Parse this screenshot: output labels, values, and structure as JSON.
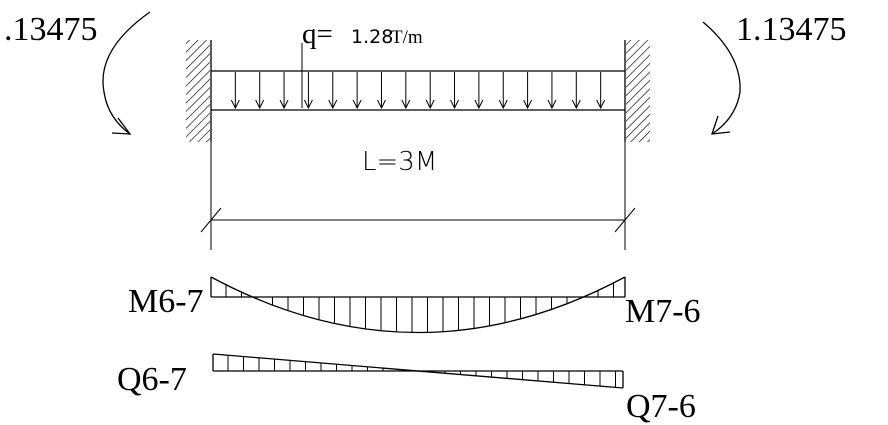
{
  "moments": {
    "left_value": ".13475",
    "right_value": "1.13475"
  },
  "load": {
    "q_symbol": "q=",
    "q_value": "1.28",
    "q_unit": "T/m"
  },
  "span": {
    "length_label": "L=3M"
  },
  "diagrams": {
    "moment_left": "M6-7",
    "moment_right": "M7-6",
    "shear_left": "Q6-7",
    "shear_right": "Q7-6"
  }
}
